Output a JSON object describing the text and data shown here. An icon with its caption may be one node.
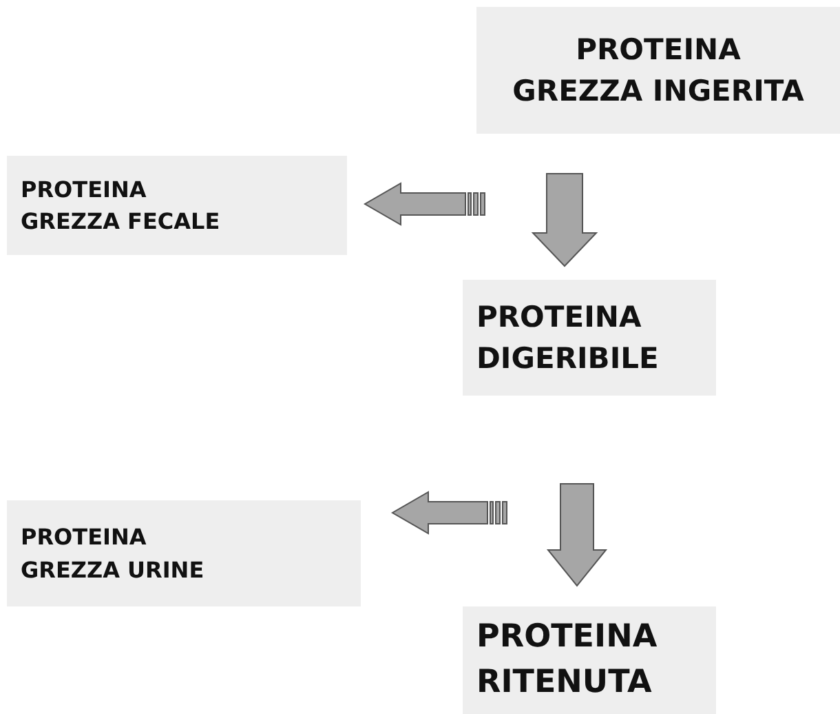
{
  "diagram": {
    "nodes": [
      {
        "text": [
          "PROTEINA GREZZA INGERITA"
        ]
      },
      {
        "text": [
          "PROTEINA GREZZA FECALE"
        ]
      },
      {
        "text": [
          "PROTEINA DIGERIBILE"
        ]
      },
      {
        "text": [
          "PROTEINA GREZZA URINE"
        ]
      },
      {
        "text": [
          "PROTEINA RITENUTA"
        ]
      }
    ],
    "edges": [
      {
        "from": 0,
        "to": 2,
        "arrow": "to"
      },
      {
        "from": 0,
        "to": 1,
        "arrow": "to"
      },
      {
        "from": 2,
        "to": 4,
        "arrow": "to"
      },
      {
        "from": 2,
        "to": 3,
        "arrow": "to"
      }
    ]
  }
}
